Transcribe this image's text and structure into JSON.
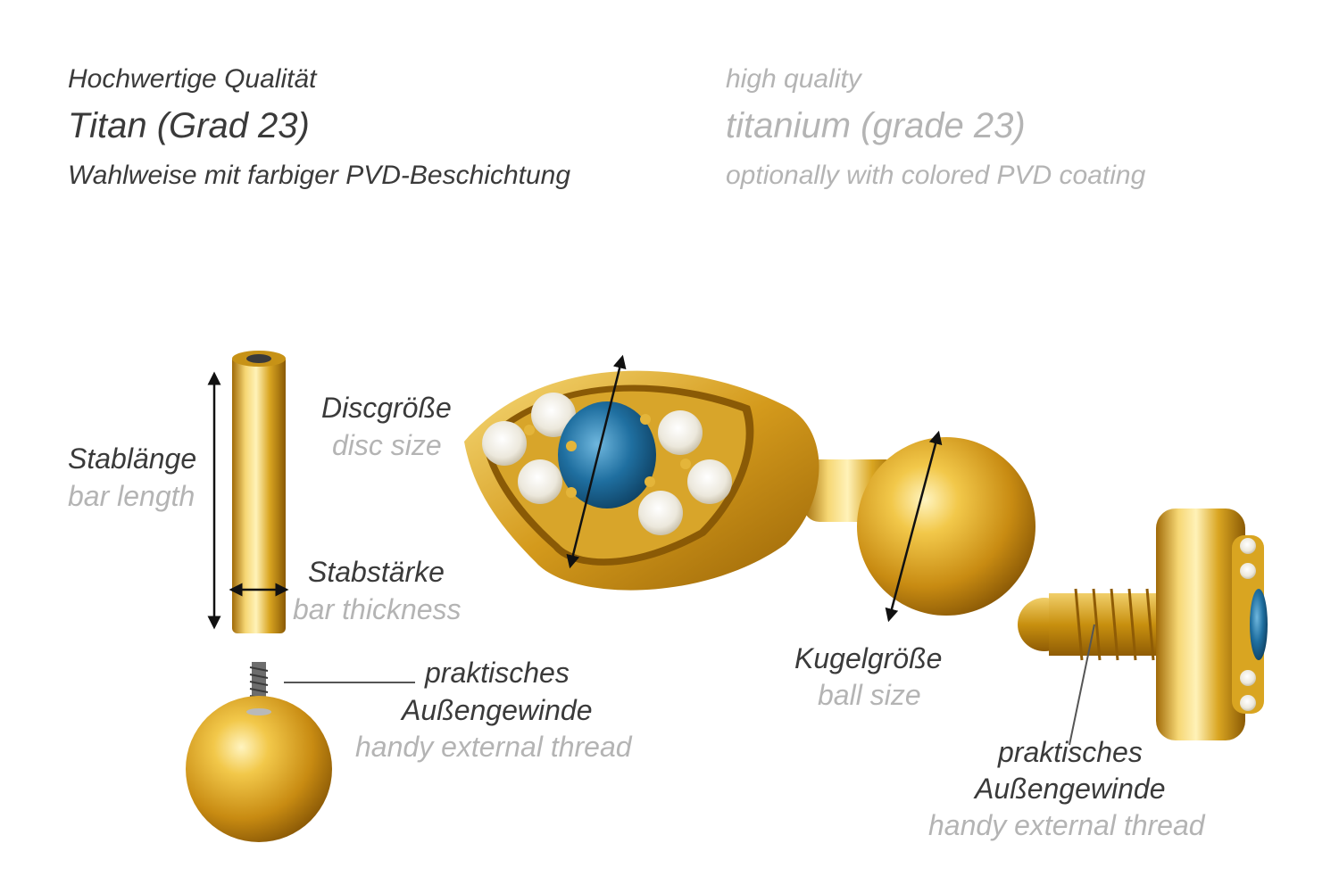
{
  "header": {
    "de": {
      "quality": "Hochwertige Qualität",
      "material": "Titan (Grad 23)",
      "coating": "Wahlweise mit farbiger PVD-Beschichtung"
    },
    "en": {
      "quality": "high quality",
      "material": "titanium (grade 23)",
      "coating": "optionally with colored PVD coating"
    }
  },
  "labels": {
    "bar_length": {
      "de": "Stablänge",
      "en": "bar length"
    },
    "bar_thickness": {
      "de": "Stabstärke",
      "en": "bar thickness"
    },
    "disc_size": {
      "de": "Discgröße",
      "en": "disc size"
    },
    "ball_size": {
      "de": "Kugelgröße",
      "en": "ball size"
    },
    "thread_left": {
      "de_line1": "praktisches",
      "de_line2": "Außengewinde",
      "en": "handy external thread"
    },
    "thread_right": {
      "de_line1": "praktisches",
      "de_line2": "Außengewinde",
      "en": "handy external thread"
    }
  },
  "colors": {
    "gold": "#d9a521",
    "gem_blue": "#1f6fa0",
    "german_text": "#3a3a3a",
    "english_text": "#b4b4b4"
  }
}
